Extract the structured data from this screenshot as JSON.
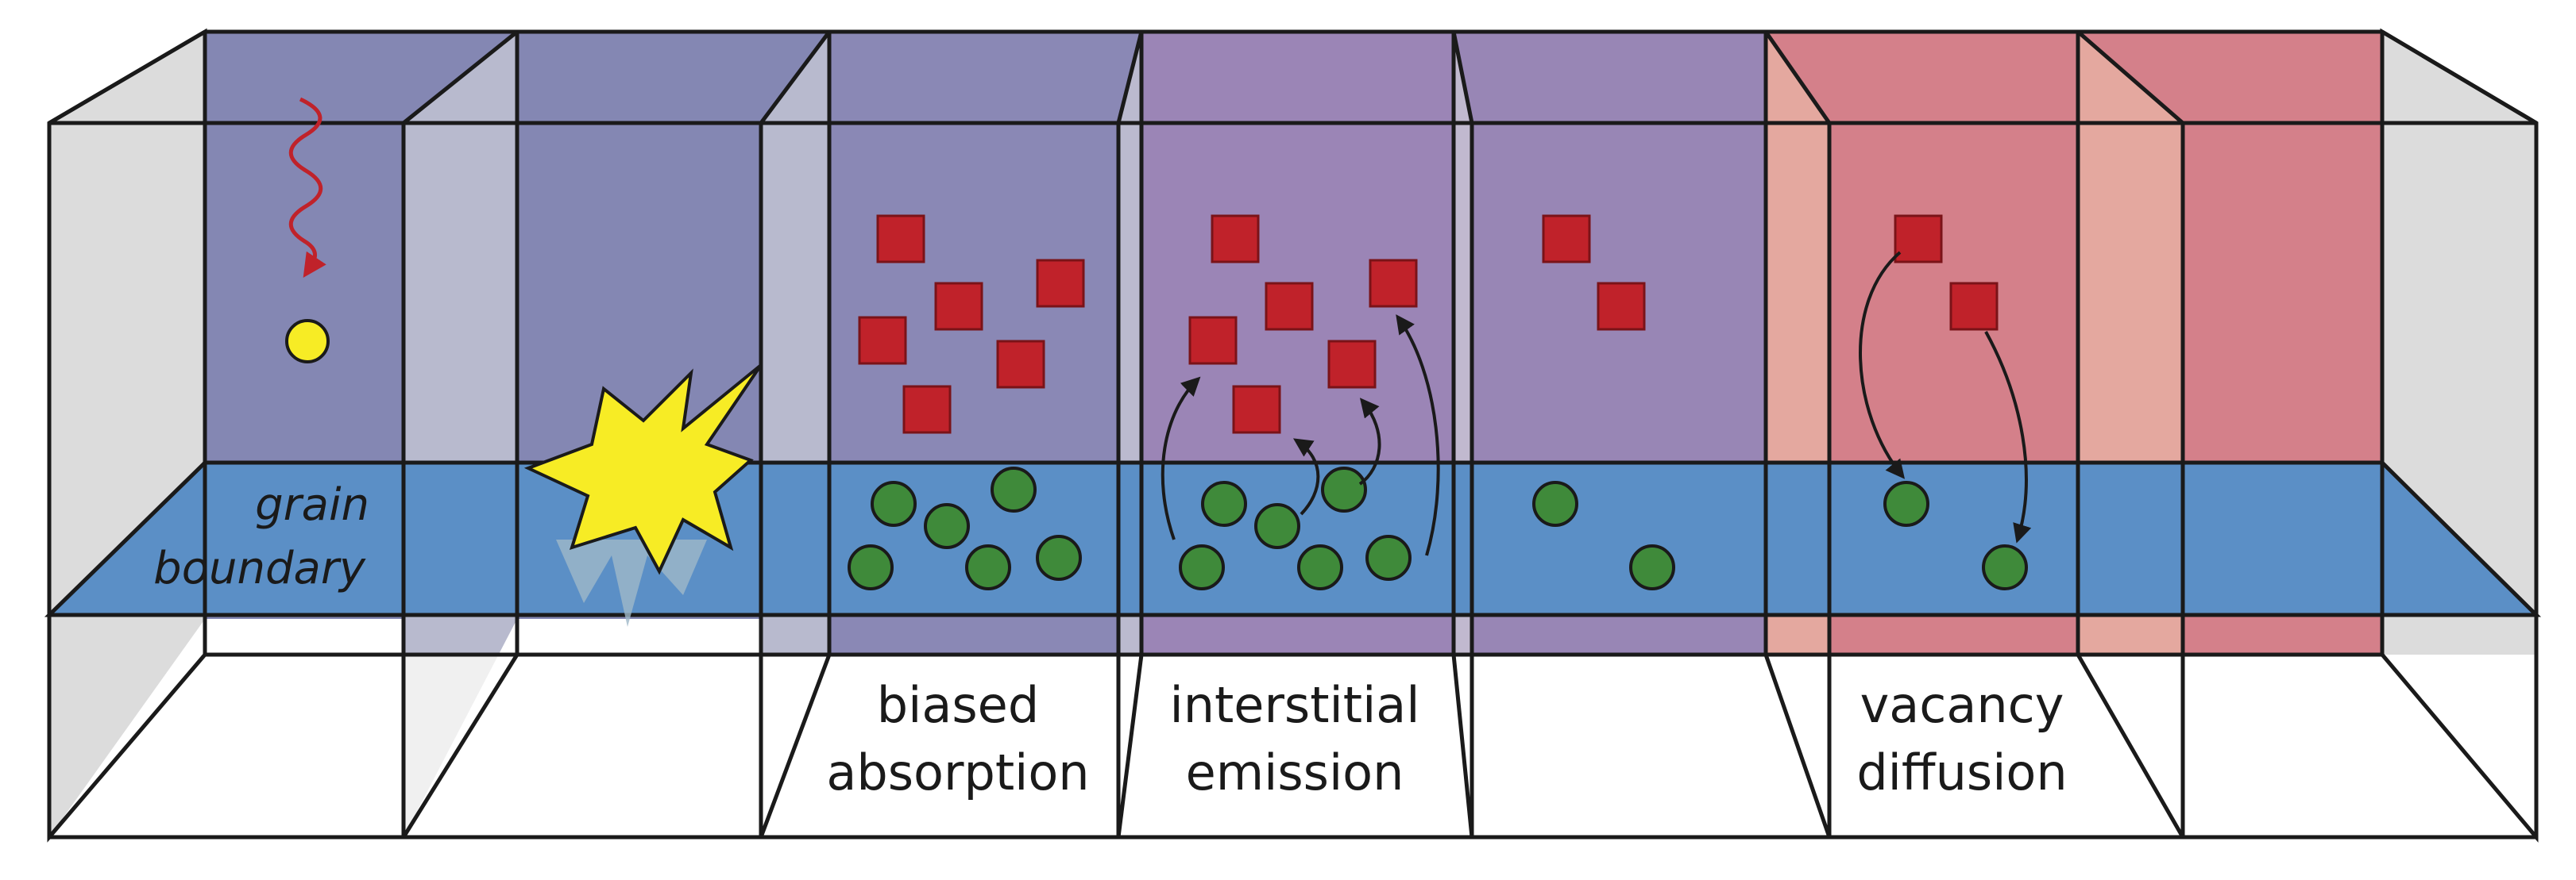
{
  "labels": {
    "grain_boundary_line1": "grain",
    "grain_boundary_line2": "boundary",
    "panel3_line1": "biased",
    "panel3_line2": "absorption",
    "panel4_line1": "interstitial",
    "panel4_line2": "emission",
    "panel6_line1": "vacancy",
    "panel6_line2": "diffusion"
  },
  "colors": {
    "back_wall_blue": "#8487b3",
    "back_wall_purple": "#9b85b6",
    "back_wall_red": "#d4808a",
    "grain_boundary_plane": "#5b8fc6",
    "box_side_gray": "#d9d9d9",
    "interstitial_red": "#c0222a",
    "vacancy_green": "#3f8a3a",
    "incoming_particle_yellow": "#f7ec25",
    "cascade_yellow": "#f7ec25",
    "incoming_arrow_red": "#c0222a",
    "outline": "#1a1a1a"
  },
  "icons": {
    "incoming_particle": "wavy-arrow-icon",
    "collision_cascade": "starburst-icon",
    "interstitial": "red-square-icon",
    "vacancy": "green-circle-icon",
    "migration_arrow": "curved-arrow-icon"
  }
}
